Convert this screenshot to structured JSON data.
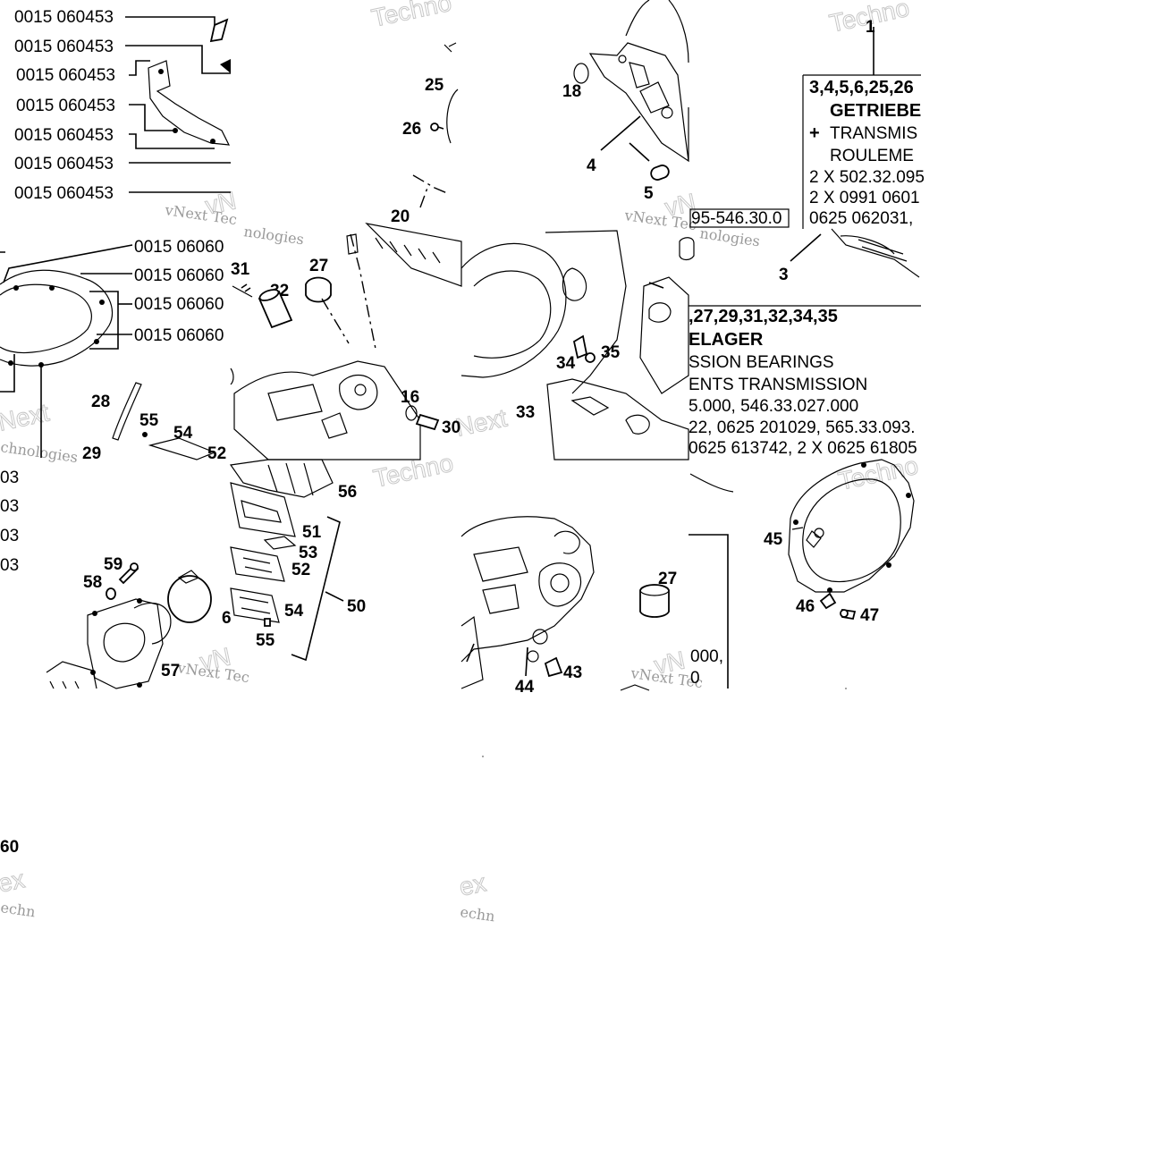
{
  "part_codes_left": [
    "0015 060453",
    "0015 060453",
    "0015 060453",
    "0015 060453",
    "0015 060453",
    "0015 060453",
    "0015 060453"
  ],
  "part_codes_mid": [
    "0015 06060",
    "0015 06060",
    "0015 06060",
    "0015 06060"
  ],
  "part_codes_clipped": [
    "03",
    "03",
    "03",
    "03"
  ],
  "parts": {
    "p25": "25",
    "p26": "26",
    "p20": "20",
    "p18": "18",
    "p4": "4",
    "p5": "5",
    "p3": "3",
    "p31": "31",
    "p32": "32",
    "p27a": "27",
    "p28": "28",
    "p55a": "55",
    "p54a": "54",
    "p29": "29",
    "p52a": "52",
    "p16": "16",
    "p30": "30",
    "p34": "34",
    "p35": "35",
    "p33": "33",
    "p1": "1",
    "p56": "56",
    "p51": "51",
    "p53": "53",
    "p52b": "52",
    "p50": "50",
    "p54b": "54",
    "p55b": "55",
    "p59": "59",
    "p58": "58",
    "p57": "57",
    "p6": "6",
    "p27b": "27",
    "p43": "43",
    "p44": "44",
    "p45": "45",
    "p46": "46",
    "p47": "47",
    "p60": "60"
  },
  "bearing_box": {
    "parts_line": "3,4,5,6,25,26",
    "title_de": "GETRIEBE",
    "plus": "+",
    "title_en": "TRANSMIS",
    "title_fr": "ROULEME",
    "line1": "2 X 502.32.095",
    "line2": "2 X 0991 0601",
    "line3": "0625 062031,"
  },
  "bearing_box_cont": {
    "parts_line": ",27,29,31,32,34,35",
    "title_de": "ELAGER",
    "title_en": "SSION BEARINGS",
    "title_fr": "ENTS TRANSMISSION",
    "line1": "5.000, 546.33.027.000",
    "line2": "22, 0625 201029, 565.33.093.",
    "line3": "0625 613742, 2 X 0625 61805"
  },
  "ref_number": "95-546.30.0",
  "frag_a": "000,",
  "frag_b": "0",
  "watermarks": {
    "techno": "Techno",
    "vnext_tec": "vNext Tec",
    "nologies": "nologies",
    "next": "Next",
    "technologies": "chnologies",
    "ex": "ex",
    "techn": "echn",
    "vn": "vN",
    "technolo": "Techno"
  }
}
